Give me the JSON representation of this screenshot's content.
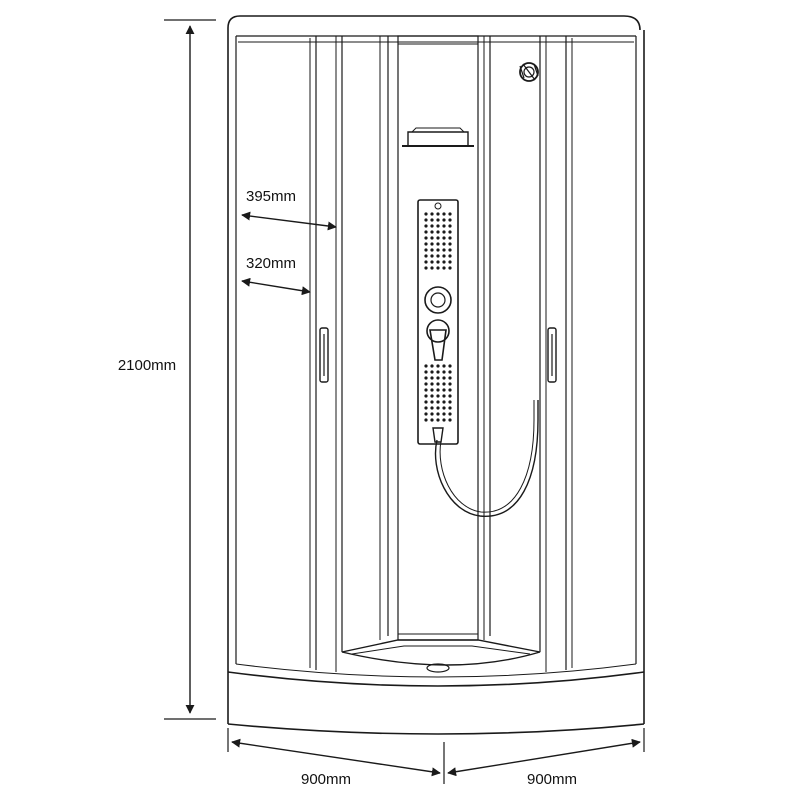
{
  "diagram": {
    "subject": "quadrant shower enclosure",
    "dimensions": {
      "height": "2100mm",
      "width_left": "900mm",
      "width_right": "900mm",
      "door_opening_top": "395mm",
      "door_opening_bottom": "320mm"
    },
    "colors": {
      "line": "#1a1a1a",
      "text": "#111111",
      "background": "#ffffff"
    },
    "icons": {
      "shower_head": "shower-head-icon",
      "handle": "door-handle-icon",
      "shelf": "shelf-icon",
      "control_panel": "control-panel-icon"
    }
  }
}
